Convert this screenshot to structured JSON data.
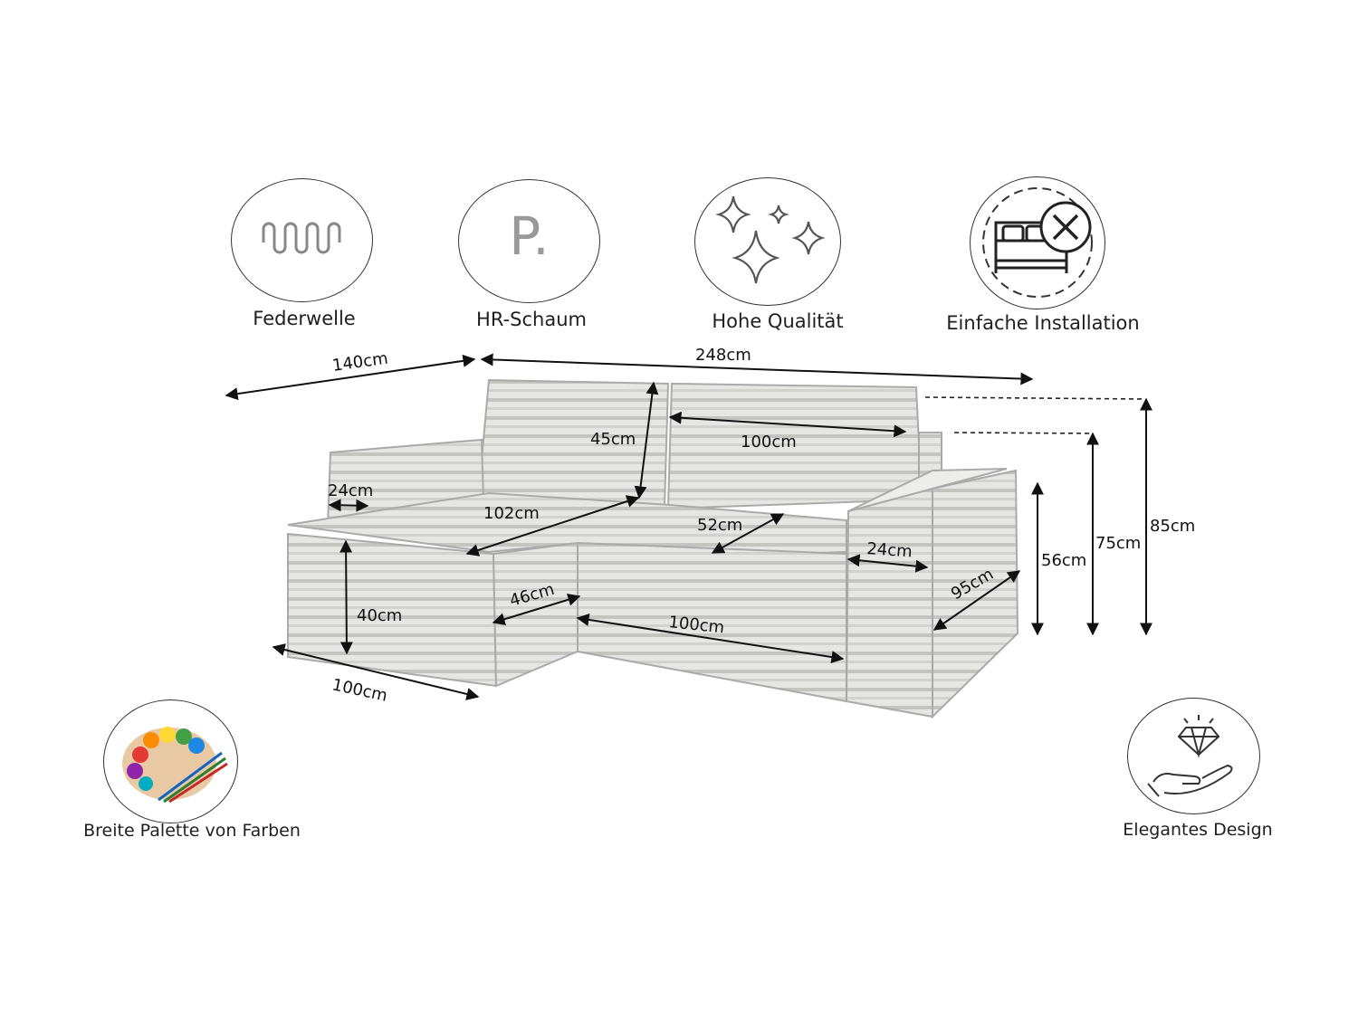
{
  "features": {
    "federwelle": "Federwelle",
    "hr_schaum": "HR-Schaum",
    "hr_schaum_icon_letter": "P.",
    "hohe_qualitaet": "Hohe Qualität",
    "einfache_installation": "Einfache Installation",
    "farben": "Breite Palette von Farben",
    "elegantes_design": "Elegantes Design"
  },
  "dimensions": {
    "depth_total": "140cm",
    "width_total": "248cm",
    "back_height": "45cm",
    "back_width": "100cm",
    "armrest_left": "24cm",
    "chaise_length": "102cm",
    "seat_depth": "52cm",
    "armrest_right": "24cm",
    "chaise_depth": "46cm",
    "seat_height": "40cm",
    "front_width": "100cm",
    "arm_depth": "95cm",
    "arm_height": "56cm",
    "height_mid": "75cm",
    "height_total": "85cm",
    "chaise_width": "100cm"
  },
  "colors": {
    "line": "#111111",
    "fabric": "#e4e4e2",
    "rib": "#bdbdba"
  }
}
